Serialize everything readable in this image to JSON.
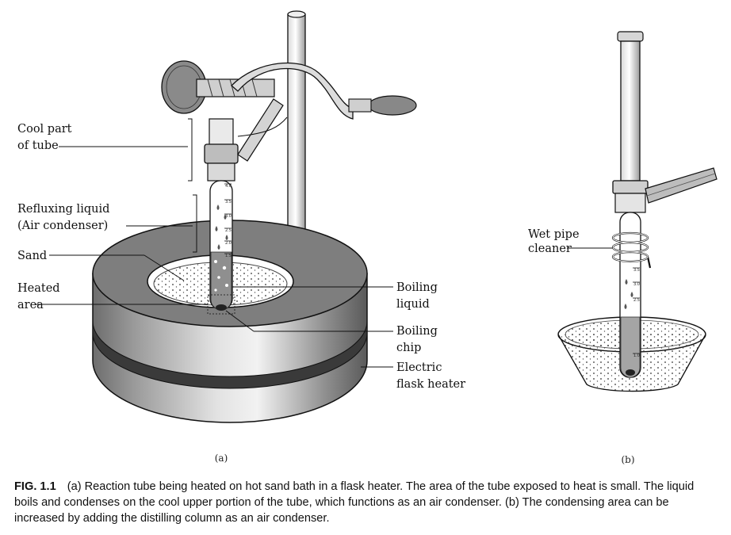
{
  "panel_a": {
    "labels": {
      "cool_part_1": "Cool part",
      "cool_part_2": "of tube",
      "refluxing_1": "Refluxing liquid",
      "refluxing_2": "(Air condenser)",
      "sand": "Sand",
      "heated_1": "Heated",
      "heated_2": "area",
      "boiling_liquid_1": "Boiling",
      "boiling_liquid_2": "liquid",
      "boiling_chip_1": "Boiling",
      "boiling_chip_2": "chip",
      "heater_1": "Electric",
      "heater_2": "flask heater"
    },
    "tick_marks": [
      "4.0",
      "3.5",
      "3.0",
      "2.5",
      "2.0",
      "1.5"
    ],
    "sublabel": "(a)"
  },
  "panel_b": {
    "labels": {
      "wet_pipe_1": "Wet pipe",
      "wet_pipe_2": "cleaner"
    },
    "tick_marks": [
      "3.5",
      "3.0",
      "2.5",
      "1.0"
    ],
    "sublabel": "(b)"
  },
  "caption": {
    "fig_number": "FIG. 1.1",
    "text": "(a) Reaction tube being heated on hot sand bath in a flask heater. The area of the tube exposed to heat is small. The liquid boils and condenses on the cool upper portion of the tube, which functions as an air condenser. (b) The condensing area can be increased by adding the distilling column as an air condenser."
  }
}
